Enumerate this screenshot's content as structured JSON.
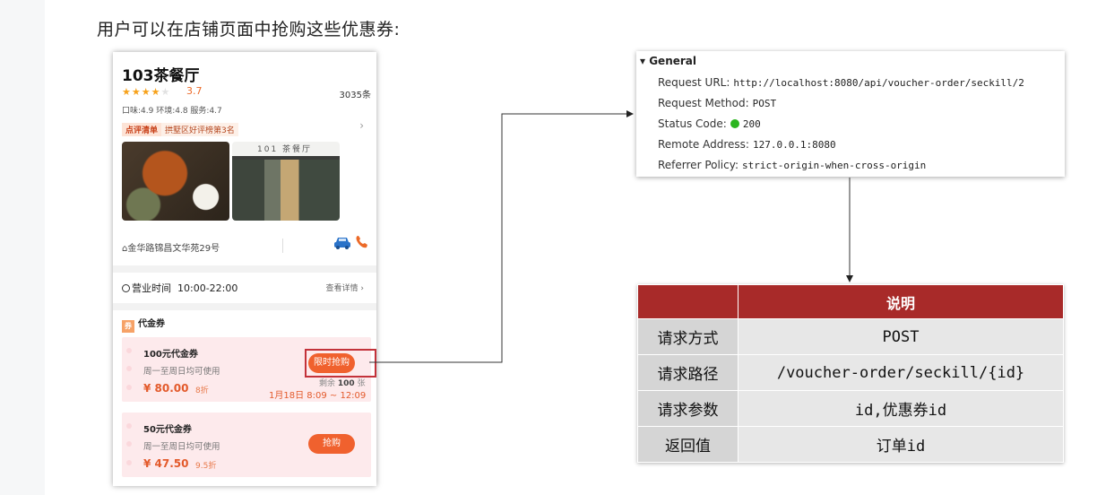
{
  "heading": "用户可以在店铺页面中抢购这些优惠券:",
  "shop": {
    "name": "103茶餐厅",
    "stars": "★★★★",
    "stars_off": "★",
    "score": "3.7",
    "review_count": "3035条",
    "sub_scores": "口味:4.9 环境:4.8 服务:4.7",
    "rank_tag": "点评清单",
    "rank_text": "拱墅区好评榜第3名",
    "rank_arrow": "›",
    "photo2_sign": "101 茶餐厅",
    "address": "金华路锦昌文华苑29号",
    "hours_label": "营业时间",
    "hours": "10:00-22:00",
    "hours_detail": "查看详情 ›",
    "voucher_section_badge": "券",
    "voucher_section_title": "代金券"
  },
  "vouchers": [
    {
      "name": "100元代金券",
      "desc": "周一至周日均可使用",
      "price": "¥ 80.00",
      "discount": "8折",
      "button": "限时抢购",
      "stock_label": "剩余",
      "stock_value": "100",
      "stock_unit": "张",
      "time": "1月18日 8:09 ~ 12:09"
    },
    {
      "name": "50元代金券",
      "desc": "周一至周日均可使用",
      "price": "¥ 47.50",
      "discount": "9.5折",
      "button": "抢购"
    }
  ],
  "general": {
    "title": "▾ General",
    "rows": [
      {
        "key": "Request URL:",
        "value": "http://localhost:8080/api/voucher-order/seckill/2"
      },
      {
        "key": "Request Method:",
        "value": "POST"
      },
      {
        "key": "Status Code:",
        "value": "200"
      },
      {
        "key": "Remote Address:",
        "value": "127.0.0.1:8080"
      },
      {
        "key": "Referrer Policy:",
        "value": "strict-origin-when-cross-origin"
      }
    ],
    "status_color": "#2bb51f"
  },
  "spec_table": {
    "header": "说明",
    "rows": [
      {
        "label": "请求方式",
        "value": "POST"
      },
      {
        "label": "请求路径",
        "value": "/voucher-order/seckill/{id}"
      },
      {
        "label": "请求参数",
        "value": "id,优惠券id"
      },
      {
        "label": "返回值",
        "value": "订单id"
      }
    ],
    "header_color": "#a82a29"
  }
}
